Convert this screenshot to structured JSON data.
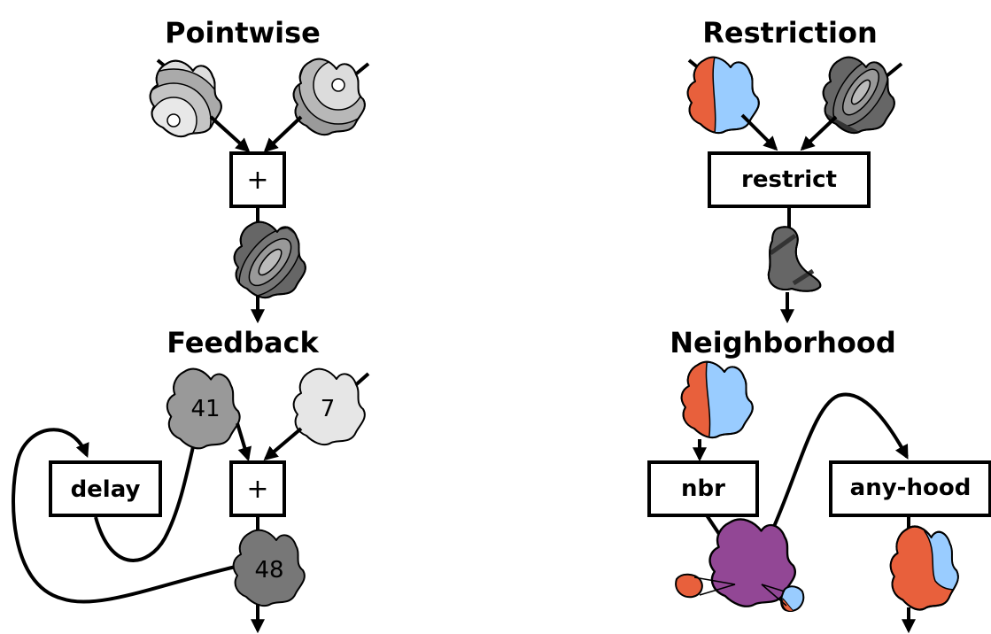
{
  "panels": {
    "pointwise": {
      "title": "Pointwise",
      "operator": "+"
    },
    "restriction": {
      "title": "Restriction",
      "operator": "restrict"
    },
    "feedback": {
      "title": "Feedback",
      "delay_label": "delay",
      "operator": "+",
      "input_a": "41",
      "input_b": "7",
      "output": "48"
    },
    "neighborhood": {
      "title": "Neighborhood",
      "nbr_label": "nbr",
      "anyhood_label": "any-hood"
    }
  },
  "colors": {
    "red": "#e8603c",
    "blue": "#99ccff",
    "purple": "#924795",
    "gray_light": "#e6e6e6",
    "gray_mid": "#bbbbbb",
    "gray": "#999999",
    "gray_dark": "#777777",
    "gray_darker": "#555555"
  }
}
